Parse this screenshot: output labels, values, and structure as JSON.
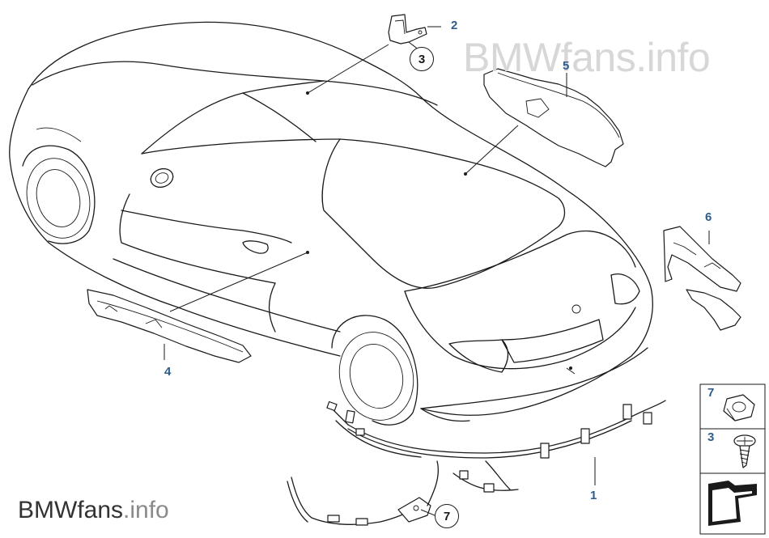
{
  "watermark": {
    "brand": "BMWfans",
    "suffix": ".info"
  },
  "callouts": {
    "part_1": "1",
    "part_2": "2",
    "part_3": "3",
    "part_4": "4",
    "part_5": "5",
    "part_6": "6",
    "part_7": "7"
  },
  "legend": {
    "nut_label": "7",
    "screw_label": "3"
  }
}
